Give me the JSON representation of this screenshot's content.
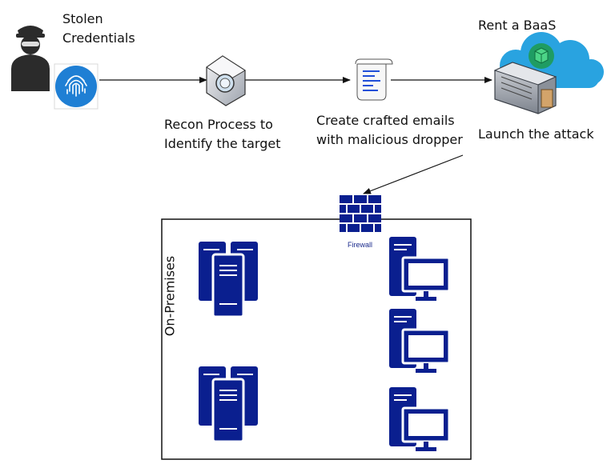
{
  "labels": {
    "stolen_credentials": [
      "Stolen",
      "Credentials"
    ],
    "recon": [
      "Recon Process to",
      "Identify the target"
    ],
    "crafted_emails": [
      "Create crafted emails",
      "with malicious dropper"
    ],
    "rent_baas": "Rent a BaaS",
    "launch_attack": "Launch the attack",
    "firewall": "Firewall",
    "on_premises": "On-Premises"
  },
  "colors": {
    "icon_blue": "#0a1f8f",
    "fingerprint_blue": "#1f7fd4",
    "cloud_blue": "#29a3e0",
    "hacker_dark": "#2b2b2b",
    "box_border": "#111111"
  },
  "icons": {
    "hacker": "hacker-icon",
    "fingerprint": "fingerprint-icon",
    "recon": "magnifier-device-icon",
    "email": "scroll-document-icon",
    "baas": "cloud-server-icon",
    "firewall": "brick-firewall-icon",
    "server": "server-tower-icon",
    "workstation": "desktop-computer-icon"
  }
}
